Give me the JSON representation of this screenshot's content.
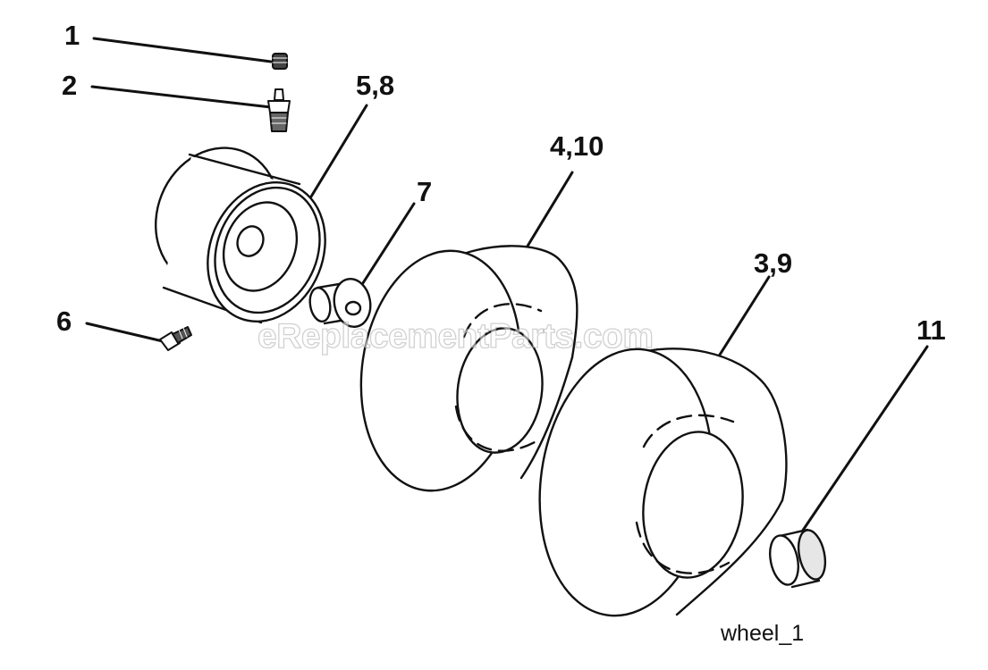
{
  "callouts": {
    "c1": "1",
    "c2": "2",
    "c58": "5,8",
    "c6": "6",
    "c7": "7",
    "c410": "4,10",
    "c39": "3,9",
    "c11": "11"
  },
  "watermark": "eReplacementParts.com",
  "caption": "wheel_1",
  "colors": {
    "ink": "#111111",
    "paper": "#ffffff"
  }
}
